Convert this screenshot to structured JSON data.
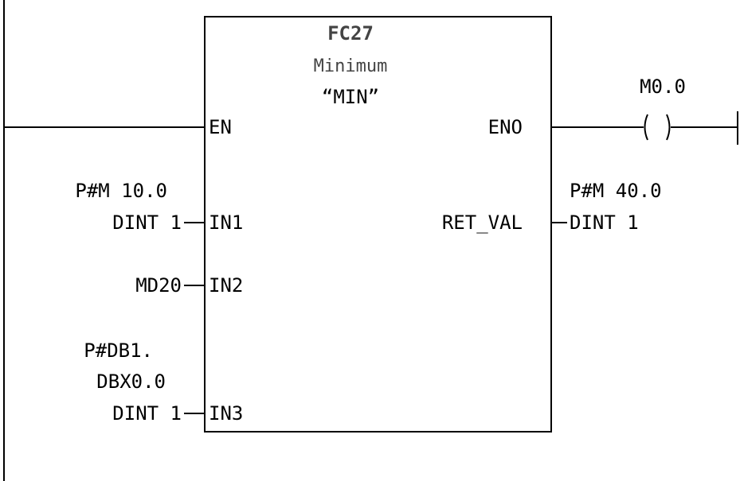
{
  "block": {
    "number": "FC27",
    "name": "Minimum",
    "symbol": "“MIN”"
  },
  "pins": {
    "en": "EN",
    "eno": "ENO",
    "in1": "IN1",
    "in2": "IN2",
    "in3": "IN3",
    "ret_val": "RET_VAL"
  },
  "operands": {
    "in1_line1": "P#M 10.0",
    "in1_line2": "DINT 1",
    "in2": "MD20",
    "in3_line1": "P#DB1.",
    "in3_line2": "DBX0.0",
    "in3_line3": "DINT 1",
    "ret_line1": "P#M 40.0",
    "ret_line2": "DINT 1"
  },
  "coil": {
    "address": "M0.0",
    "symbol": "( )"
  }
}
